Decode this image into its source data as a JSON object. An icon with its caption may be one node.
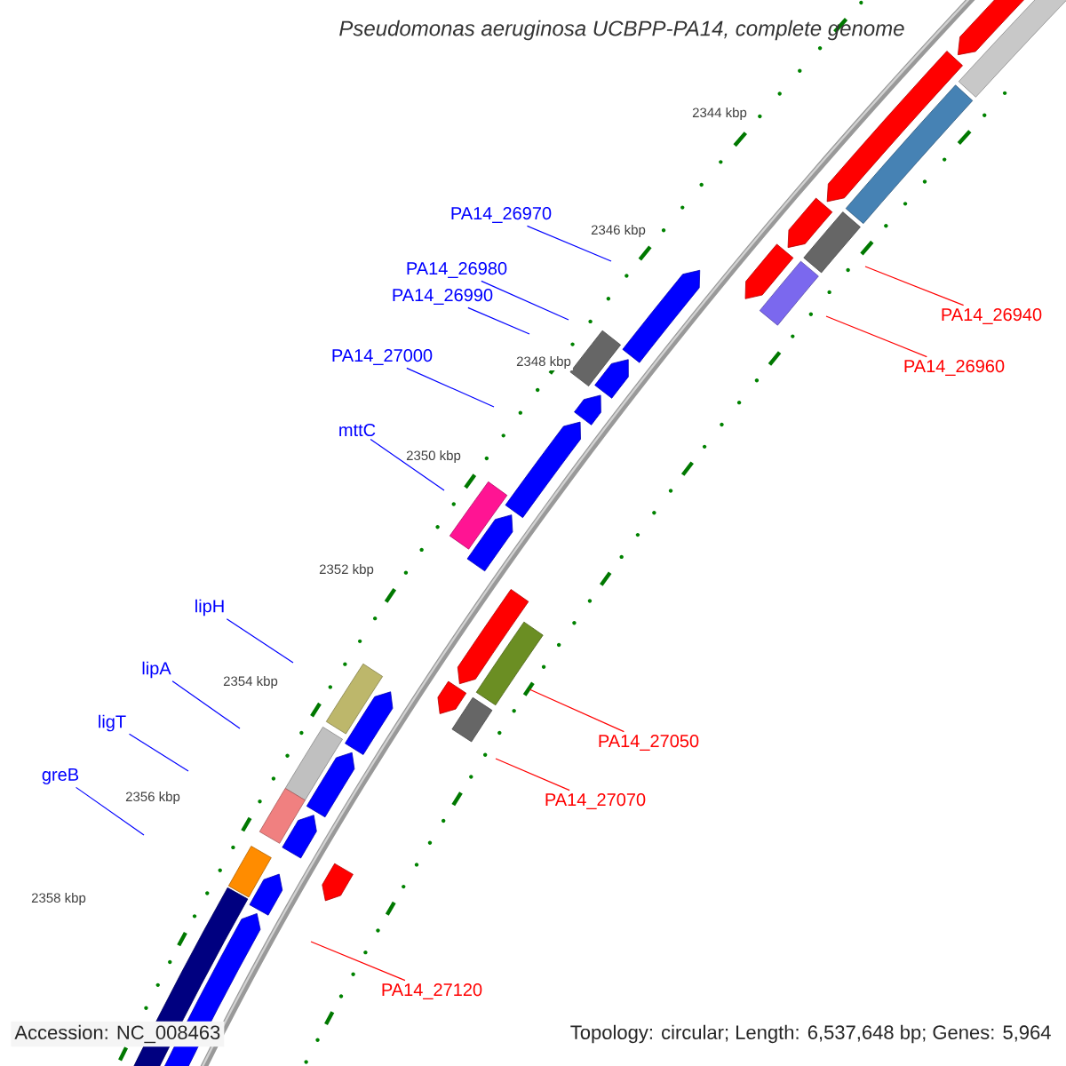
{
  "diagram": {
    "title": "Pseudomonas aeruginosa UCBPP-PA14, complete genome",
    "nodes": [
      {
        "text": [
          "PA14_26970"
        ]
      },
      {
        "text": [
          "PA14_26980"
        ]
      },
      {
        "text": [
          "PA14_26990"
        ]
      },
      {
        "text": [
          "PA14_26940"
        ]
      },
      {
        "text": [
          "PA14_27000"
        ]
      },
      {
        "text": [
          "PA14_26960"
        ]
      },
      {
        "text": [
          "mttC"
        ]
      },
      {
        "text": [
          "lipH"
        ]
      },
      {
        "text": [
          "lipA"
        ]
      },
      {
        "text": [
          "ligT"
        ]
      },
      {
        "text": [
          "PA14_27050"
        ]
      },
      {
        "text": [
          "greB"
        ]
      },
      {
        "text": [
          "PA14_27070"
        ]
      },
      {
        "text": [
          "PA14_27120"
        ]
      }
    ],
    "edges": [
      {
        "from": 0,
        "to": null,
        "arrow": "none"
      },
      {
        "from": 1,
        "to": null,
        "arrow": "none"
      },
      {
        "from": 2,
        "to": null,
        "arrow": "none"
      },
      {
        "from": 3,
        "to": null,
        "arrow": "none",
        "color": "#ff0000"
      },
      {
        "from": 4,
        "to": null,
        "arrow": "none"
      },
      {
        "from": 5,
        "to": null,
        "arrow": "none",
        "color": "#ff0000"
      },
      {
        "from": 6,
        "to": null,
        "arrow": "none"
      },
      {
        "from": 7,
        "to": null,
        "arrow": "none"
      },
      {
        "from": 8,
        "to": null,
        "arrow": "none"
      },
      {
        "from": 9,
        "to": null,
        "arrow": "none"
      },
      {
        "from": 10,
        "to": null,
        "arrow": "none",
        "color": "#ff0000"
      },
      {
        "from": 11,
        "to": null,
        "arrow": "none"
      },
      {
        "from": 12,
        "to": null,
        "arrow": "none",
        "color": "#ff0000"
      },
      {
        "from": 13,
        "to": null,
        "arrow": "none",
        "color": "#ff0000"
      }
    ],
    "labels": [
      "2344 kbp",
      "2346 kbp",
      "2348 kbp",
      "2350 kbp",
      "2352 kbp",
      "2354 kbp",
      "2356 kbp",
      "2358 kbp",
      "Accession: NC_008463",
      "Topology: circular; Length: 6,537,648 bp; Genes: 5,964"
    ]
  }
}
